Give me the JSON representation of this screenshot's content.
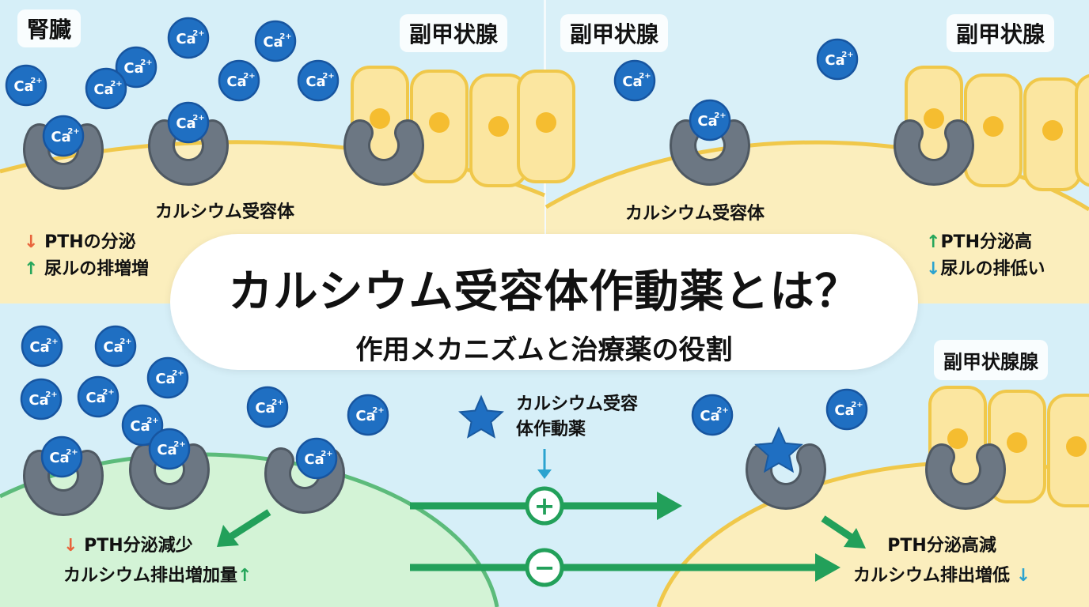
{
  "title": "カルシウム受容体作動薬とは？",
  "subtitle": "作用メカニズムと治療薬の役割",
  "ion_label": "Ca",
  "ion_charge": "2+",
  "panels": {
    "top_left": {
      "organ_label": "腎臓",
      "gland_label": "副甲状腺",
      "receptor_label": "カルシウム受容体",
      "effects": [
        {
          "direction": "down",
          "text": "PTHの分泌"
        },
        {
          "direction": "up",
          "text": "尿ルの排増増"
        }
      ]
    },
    "top_right": {
      "left_label": "副甲状腺",
      "right_label": "副甲状腺",
      "receptor_label": "カルシウム受容体",
      "effects": [
        {
          "direction": "up",
          "text": "PTH分泌高"
        },
        {
          "direction": "down",
          "text": "尿ルの排低い"
        }
      ]
    },
    "bottom_left": {
      "effects": [
        {
          "direction": "down",
          "text": "PTH分泌減少"
        },
        {
          "direction": "up",
          "text": "カルシウム排出増加量"
        }
      ]
    },
    "center": {
      "drug_label_line1": "カルシウム受容",
      "drug_label_line2": "体作動薬",
      "plus_sign": "+",
      "minus_sign": "−"
    },
    "bottom_right": {
      "gland_label": "副甲状腺腺",
      "effects": [
        {
          "direction": "none",
          "text": "PTH分泌高減"
        },
        {
          "direction": "down",
          "text": "カルシウム排出増低"
        }
      ]
    }
  },
  "colors": {
    "background": "#d6eff8",
    "ion": "#1f6fc2",
    "receptor": "#6c7783",
    "cell_yellow": "#fbeebd",
    "cell_green": "#d3f3d6",
    "arrow_green": "#22a05a",
    "arrow_down": "#e8643c",
    "arrow_up": "#26a65b",
    "arrow_blue": "#2ba3cf"
  }
}
